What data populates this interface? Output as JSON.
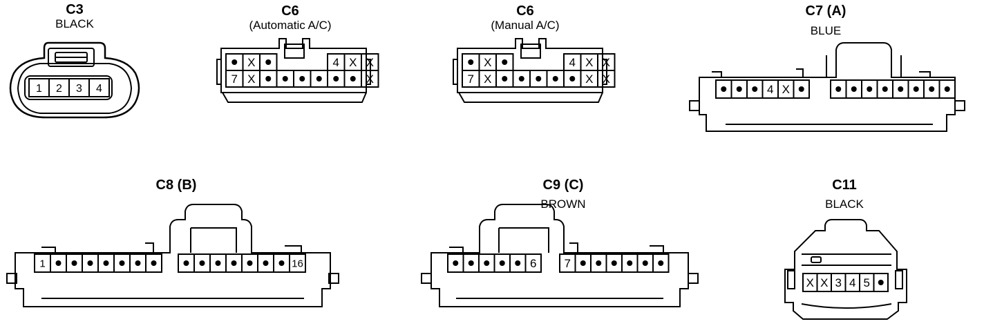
{
  "connectors": [
    {
      "id": "c3",
      "title": "C3",
      "subtitle": "BLACK",
      "pins": [
        "1",
        "2",
        "3",
        "4"
      ]
    },
    {
      "id": "c6a",
      "title": "C6",
      "subtitle": "(Automatic A/C)",
      "rows": [
        [
          "●",
          "X",
          "●",
          "",
          "",
          "",
          "4",
          "X",
          "X"
        ],
        [
          "7",
          "X",
          "●",
          "●",
          "●",
          "●",
          "●",
          "●",
          "X"
        ]
      ]
    },
    {
      "id": "c6m",
      "title": "C6",
      "subtitle": "(Manual A/C)",
      "rows": [
        [
          "●",
          "X",
          "●",
          "",
          "",
          "",
          "4",
          "X",
          "X"
        ],
        [
          "7",
          "X",
          "●",
          "●",
          "●",
          "●",
          "●",
          "X",
          "X"
        ]
      ]
    },
    {
      "id": "c7",
      "title": "C7 (A)",
      "subtitle": "BLUE",
      "groups": [
        [
          "●",
          "●",
          "●",
          "4",
          "X",
          "●"
        ],
        [
          "●",
          "●",
          "●",
          "●",
          "●",
          "●",
          "●",
          "●"
        ]
      ]
    },
    {
      "id": "c8",
      "title": "C8 (B)",
      "subtitle": "",
      "groups": [
        [
          "1",
          "●",
          "●",
          "●",
          "●",
          "●",
          "●",
          "●"
        ],
        [
          "●",
          "●",
          "●",
          "●",
          "●",
          "●",
          "●",
          "16"
        ]
      ]
    },
    {
      "id": "c9",
      "title": "C9 (C)",
      "subtitle": "BROWN",
      "groups": [
        [
          "●",
          "●",
          "●",
          "●",
          "●",
          "6"
        ],
        [
          "7",
          "●",
          "●",
          "●",
          "●",
          "●",
          "●"
        ]
      ]
    },
    {
      "id": "c11",
      "title": "C11",
      "subtitle": "BLACK",
      "pins": [
        "X",
        "X",
        "3",
        "4",
        "5",
        "●"
      ]
    }
  ]
}
